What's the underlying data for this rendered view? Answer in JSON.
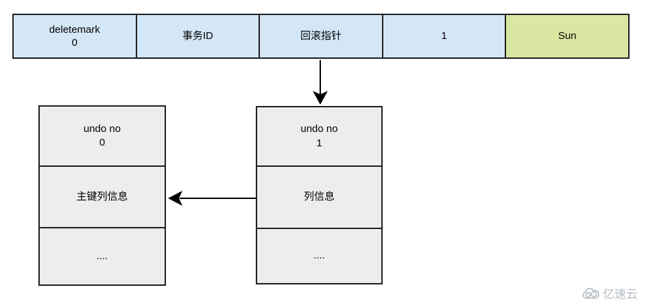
{
  "record_row": {
    "cells": [
      {
        "id": "deletemark",
        "lines": [
          "deletemark",
          "0"
        ],
        "fill": "blue"
      },
      {
        "id": "trx-id",
        "lines": [
          "事务ID"
        ],
        "fill": "blue"
      },
      {
        "id": "roll-pointer",
        "lines": [
          "回滚指针"
        ],
        "fill": "blue"
      },
      {
        "id": "value-1",
        "lines": [
          "1"
        ],
        "fill": "blue"
      },
      {
        "id": "value-sun",
        "lines": [
          "Sun"
        ],
        "fill": "green"
      }
    ]
  },
  "undo_log_0": {
    "cells": [
      {
        "lines": [
          "undo no",
          "0"
        ]
      },
      {
        "lines": [
          "主键列信息"
        ]
      },
      {
        "lines": [
          "...."
        ]
      }
    ]
  },
  "undo_log_1": {
    "cells": [
      {
        "lines": [
          "undo no",
          "1"
        ]
      },
      {
        "lines": [
          "列信息"
        ]
      },
      {
        "lines": [
          "...."
        ]
      }
    ]
  },
  "watermark": {
    "text": "亿速云"
  },
  "colors": {
    "cell_blue": "#d4e7f7",
    "cell_green": "#d9e7a3",
    "cell_gray": "#ededed",
    "border": "#1f1f1f",
    "arrow": "#000000",
    "watermark": "#b5bcc4"
  }
}
